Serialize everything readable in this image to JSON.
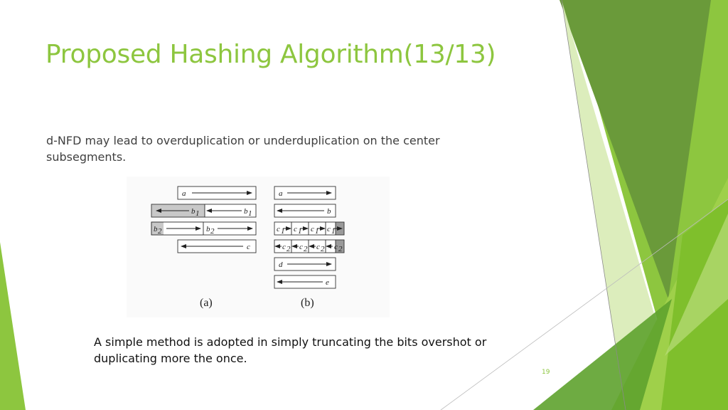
{
  "slide": {
    "title": "Proposed Hashing Algorithm(13/13)",
    "body": "d-NFD may lead to overduplication or underduplication on the center subsegments.",
    "note": "A simple method is adopted in simply truncating the bits overshot or duplicating more the once.",
    "page_number": "19",
    "accent_color": "#8dc63f"
  },
  "figure": {
    "panel_a": {
      "caption": "(a)",
      "labels": {
        "a": "a",
        "b1_left": "b",
        "b1_left_sub": "1",
        "b1_right": "b",
        "b1_right_sub": "1",
        "b2_left": "b",
        "b2_left_sub": "2",
        "b2_right": "b",
        "b2_right_sub": "2",
        "c": "c"
      }
    },
    "panel_b": {
      "caption": "(b)",
      "labels": {
        "a": "a",
        "b": "b",
        "c1": "c",
        "c1_sub": "1",
        "c2": "c",
        "c2_sub": "2",
        "d": "d",
        "e": "e"
      }
    }
  }
}
